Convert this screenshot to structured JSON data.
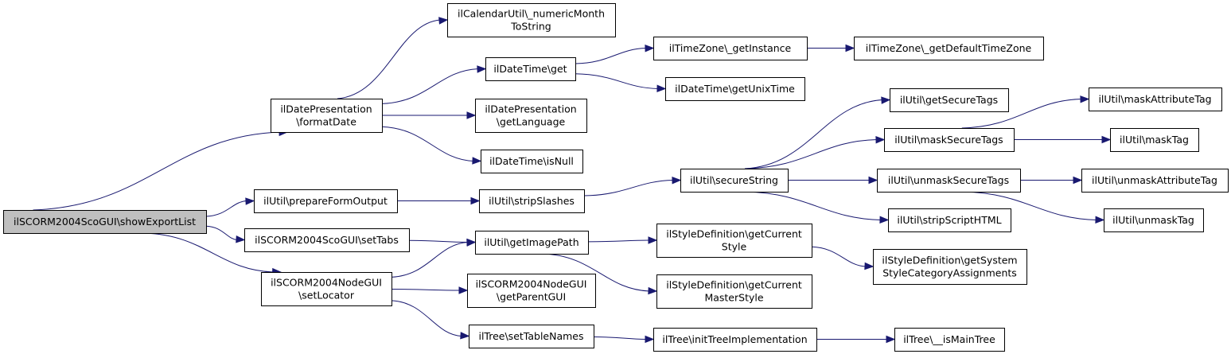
{
  "nodes": [
    {
      "id": "root",
      "lines": [
        "ilSCORM2004ScoGUI\\showExportList"
      ]
    },
    {
      "id": "formatDate",
      "lines": [
        "ilDatePresentation",
        "\\formatDate"
      ]
    },
    {
      "id": "prepareFormOutput",
      "lines": [
        "ilUtil\\prepareFormOutput"
      ]
    },
    {
      "id": "setTabs",
      "lines": [
        "ilSCORM2004ScoGUI\\setTabs"
      ]
    },
    {
      "id": "setLocator",
      "lines": [
        "ilSCORM2004NodeGUI",
        "\\setLocator"
      ]
    },
    {
      "id": "numericMonth",
      "lines": [
        "ilCalendarUtil\\_numericMonth",
        "ToString"
      ]
    },
    {
      "id": "dtGet",
      "lines": [
        "ilDateTime\\get"
      ]
    },
    {
      "id": "getLanguage",
      "lines": [
        "ilDatePresentation",
        "\\getLanguage"
      ]
    },
    {
      "id": "isNull",
      "lines": [
        "ilDateTime\\isNull"
      ]
    },
    {
      "id": "stripSlashes",
      "lines": [
        "ilUtil\\stripSlashes"
      ]
    },
    {
      "id": "getImagePath",
      "lines": [
        "ilUtil\\getImagePath"
      ]
    },
    {
      "id": "getParentGUI",
      "lines": [
        "ilSCORM2004NodeGUI",
        "\\getParentGUI"
      ]
    },
    {
      "id": "setTableNames",
      "lines": [
        "ilTree\\setTableNames"
      ]
    },
    {
      "id": "tzGetInstance",
      "lines": [
        "ilTimeZone\\_getInstance"
      ]
    },
    {
      "id": "getUnixTime",
      "lines": [
        "ilDateTime\\getUnixTime"
      ]
    },
    {
      "id": "secureString",
      "lines": [
        "ilUtil\\secureString"
      ]
    },
    {
      "id": "getCurrentStyle",
      "lines": [
        "ilStyleDefinition\\getCurrent",
        "Style"
      ]
    },
    {
      "id": "getCurrentMasterStyle",
      "lines": [
        "ilStyleDefinition\\getCurrent",
        "MasterStyle"
      ]
    },
    {
      "id": "initTreeImpl",
      "lines": [
        "ilTree\\initTreeImplementation"
      ]
    },
    {
      "id": "defaultTZ",
      "lines": [
        "ilTimeZone\\_getDefaultTimeZone"
      ]
    },
    {
      "id": "getSecureTags",
      "lines": [
        "ilUtil\\getSecureTags"
      ]
    },
    {
      "id": "maskSecureTags",
      "lines": [
        "ilUtil\\maskSecureTags"
      ]
    },
    {
      "id": "unmaskSecureTags",
      "lines": [
        "ilUtil\\unmaskSecureTags"
      ]
    },
    {
      "id": "stripScriptHTML",
      "lines": [
        "ilUtil\\stripScriptHTML"
      ]
    },
    {
      "id": "sysStyleCat",
      "lines": [
        "ilStyleDefinition\\getSystem",
        "StyleCategoryAssignments"
      ]
    },
    {
      "id": "isMainTree",
      "lines": [
        "ilTree\\__isMainTree"
      ]
    },
    {
      "id": "maskAttributeTag",
      "lines": [
        "ilUtil\\maskAttributeTag"
      ]
    },
    {
      "id": "maskTag",
      "lines": [
        "ilUtil\\maskTag"
      ]
    },
    {
      "id": "unmaskAttributeTag",
      "lines": [
        "ilUtil\\unmaskAttributeTag"
      ]
    },
    {
      "id": "unmaskTag",
      "lines": [
        "ilUtil\\unmaskTag"
      ]
    }
  ],
  "edges": [
    [
      "root",
      "formatDate"
    ],
    [
      "root",
      "prepareFormOutput"
    ],
    [
      "root",
      "setTabs"
    ],
    [
      "root",
      "setLocator"
    ],
    [
      "formatDate",
      "numericMonth"
    ],
    [
      "formatDate",
      "dtGet"
    ],
    [
      "formatDate",
      "getLanguage"
    ],
    [
      "formatDate",
      "isNull"
    ],
    [
      "dtGet",
      "tzGetInstance"
    ],
    [
      "dtGet",
      "getUnixTime"
    ],
    [
      "tzGetInstance",
      "defaultTZ"
    ],
    [
      "prepareFormOutput",
      "stripSlashes"
    ],
    [
      "stripSlashes",
      "secureString"
    ],
    [
      "secureString",
      "getSecureTags"
    ],
    [
      "secureString",
      "maskSecureTags"
    ],
    [
      "secureString",
      "unmaskSecureTags"
    ],
    [
      "secureString",
      "stripScriptHTML"
    ],
    [
      "maskSecureTags",
      "maskAttributeTag"
    ],
    [
      "maskSecureTags",
      "maskTag"
    ],
    [
      "unmaskSecureTags",
      "unmaskAttributeTag"
    ],
    [
      "unmaskSecureTags",
      "unmaskTag"
    ],
    [
      "setTabs",
      "getImagePath"
    ],
    [
      "setLocator",
      "getImagePath"
    ],
    [
      "setLocator",
      "getParentGUI"
    ],
    [
      "setLocator",
      "setTableNames"
    ],
    [
      "getImagePath",
      "getCurrentStyle"
    ],
    [
      "getImagePath",
      "getCurrentMasterStyle"
    ],
    [
      "getCurrentStyle",
      "sysStyleCat"
    ],
    [
      "setTableNames",
      "initTreeImpl"
    ],
    [
      "initTreeImpl",
      "isMainTree"
    ]
  ]
}
